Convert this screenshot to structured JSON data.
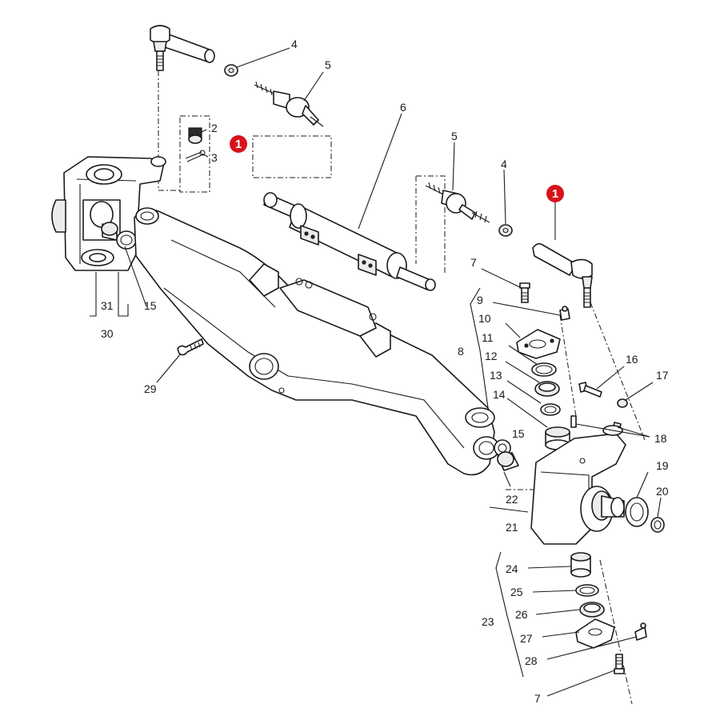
{
  "diagram": {
    "callouts": [
      {
        "id": "c4a",
        "text": "4"
      },
      {
        "id": "c5a",
        "text": "5"
      },
      {
        "id": "c2",
        "text": "2"
      },
      {
        "id": "c3",
        "text": "3"
      },
      {
        "id": "c6",
        "text": "6"
      },
      {
        "id": "c5b",
        "text": "5"
      },
      {
        "id": "c4b",
        "text": "4"
      },
      {
        "id": "c7a",
        "text": "7"
      },
      {
        "id": "c9",
        "text": "9"
      },
      {
        "id": "c10",
        "text": "10"
      },
      {
        "id": "c8",
        "text": "8"
      },
      {
        "id": "c11",
        "text": "11"
      },
      {
        "id": "c12",
        "text": "12"
      },
      {
        "id": "c13",
        "text": "13"
      },
      {
        "id": "c14",
        "text": "14"
      },
      {
        "id": "c16",
        "text": "16"
      },
      {
        "id": "c17",
        "text": "17"
      },
      {
        "id": "c18",
        "text": "18"
      },
      {
        "id": "c15b",
        "text": "15"
      },
      {
        "id": "c19",
        "text": "19"
      },
      {
        "id": "c20",
        "text": "20"
      },
      {
        "id": "c22",
        "text": "22"
      },
      {
        "id": "c21",
        "text": "21"
      },
      {
        "id": "c31",
        "text": "31"
      },
      {
        "id": "c15a",
        "text": "15"
      },
      {
        "id": "c30",
        "text": "30"
      },
      {
        "id": "c29",
        "text": "29"
      },
      {
        "id": "c24",
        "text": "24"
      },
      {
        "id": "c25",
        "text": "25"
      },
      {
        "id": "c23",
        "text": "23"
      },
      {
        "id": "c26",
        "text": "26"
      },
      {
        "id": "c27",
        "text": "27"
      },
      {
        "id": "c28",
        "text": "28"
      },
      {
        "id": "c7b",
        "text": "7"
      }
    ],
    "markers": [
      {
        "id": "m1a",
        "text": "1"
      },
      {
        "id": "m1b",
        "text": "1"
      }
    ],
    "colors": {
      "marker": "#d8131b",
      "line": "#1a1a1a",
      "shade": "#ececec"
    }
  }
}
